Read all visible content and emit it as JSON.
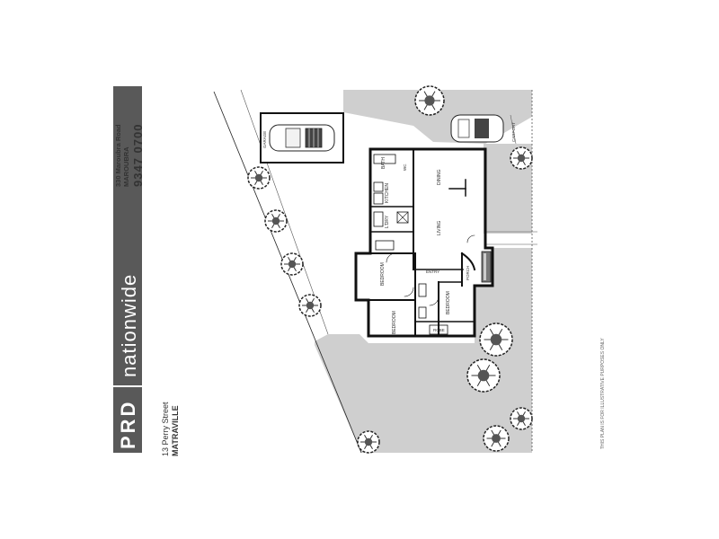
{
  "brand": {
    "prd": "PRD",
    "nationwide": "nationwide",
    "office_address": "330 Maroubra Road",
    "office_suburb": "MAROUBRA",
    "phone": "9347 0700",
    "bar_color": "#595959"
  },
  "property": {
    "street": "13 Perry Street",
    "suburb": "MATRAVILLE"
  },
  "rooms": {
    "garage": "GARAGE",
    "carport": "CARPORT",
    "bath": "BATH",
    "laundry": "L'DRY",
    "kitchen": "KITCHEN",
    "dining": "DINING",
    "living": "LIVING",
    "bedroom1": "BEDROOM",
    "bedroom2": "BEDROOM",
    "bedroom3": "BEDROOM",
    "porch": "PORCH",
    "entry": "ENTRY",
    "robe": "ROBE",
    "wc": "WC"
  },
  "disclaimer": "THIS PLAN IS FOR ILLUSTRATIVE PURPOSES ONLY"
}
